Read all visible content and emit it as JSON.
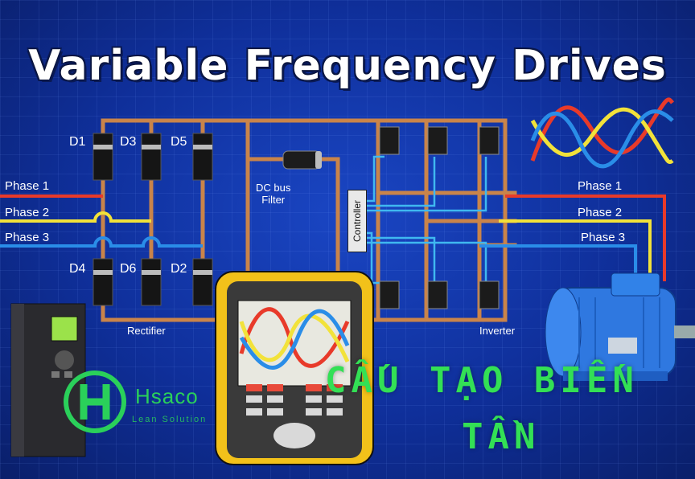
{
  "title": "Variable Frequency Drives",
  "diodes": [
    "D1",
    "D3",
    "D5",
    "D4",
    "D6",
    "D2"
  ],
  "phases_in": [
    "Phase 1",
    "Phase 2",
    "Phase 3"
  ],
  "phases_out": [
    "Phase 1",
    "Phase 2",
    "Phase 3"
  ],
  "labels": {
    "dc_bus": "DC bus\nFilter",
    "controller": "Controller",
    "rectifier": "Rectifier",
    "inverter": "Inverter"
  },
  "brand": {
    "name": "Hsaco",
    "tagline": "Lean Solution"
  },
  "caption": {
    "line1": "CẤU TẠO BIẾN",
    "line2": "TẦN"
  },
  "colors": {
    "phase1": "#e83a2a",
    "phase2": "#f2e23a",
    "phase3": "#2a8de8",
    "bus": "#c9844a",
    "control": "#3fb8f0",
    "brand_green": "#2ad05a"
  }
}
